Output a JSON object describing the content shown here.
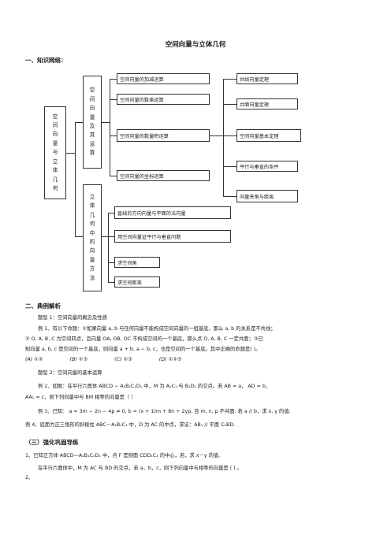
{
  "title": "空间向量与立体几何",
  "section1": "一、知识网络：",
  "network": {
    "root_chars": [
      "空",
      "间",
      "向",
      "量",
      "与",
      "立",
      "体",
      "几",
      "何"
    ],
    "branch1_chars": [
      "空",
      "间",
      "向",
      "量",
      "及",
      "其",
      "运",
      "算"
    ],
    "branch2_chars": [
      "立",
      "体",
      "几",
      "何",
      "中",
      "的",
      "向",
      "量",
      "方",
      "法"
    ],
    "ops": [
      "空间向量的加减运算",
      "空间向量的数乘运算",
      "空间向量的数量积运算",
      "空间向量的坐标运算"
    ],
    "theorems": [
      "共线向量定理",
      "共面向量定理",
      "空间向量基本定理",
      "平行与垂直的条件",
      "向量夹角与距离"
    ],
    "methods": [
      "直线的方向向量与平面的法向量",
      "用空间向量证平行与垂直问题",
      "求空间角",
      "求空间距离"
    ]
  },
  "section2": "二、典例解析",
  "topic1": "题型 1：空间向量的概念及性质",
  "ex1": [
    "例 1、有以下命题：①如果向量 a, b 与任何向量不能构成空间向量的一组基底，那么 a, b 的关系是不共线；",
    "② O, A, B, C 为空间四点，且向量 OA, OB, OC 不构成空间的一个基底，那么点 O, A, B, C 一定共面；③已",
    "知向量 a, b, c 是空间的一个基底，则向量 a + b, a − b, c，也是空间的一个基底。其中正确的命题是(      )。"
  ],
  "ex1_options": [
    "(A) ①②",
    "(B) ①③",
    "(C) ②③",
    "(D) ①②③"
  ],
  "topic2": "题型 2：空间向量的基本运算",
  "ex2": [
    "例 2、如图：在平行六面体 ABCD − A₁B₁C₁D₁ 中，M 为 A₁C₁ 与 B₁D₁ 的交点。若 AB = a， AD = b，",
    "AA₁ = c，则下列向量中与 BM 相等的向量是（      ）"
  ],
  "ex3": "例 3、已知： a = 3m − 2n − 4p ≠ 0, b = (x + 1)m + 8n + 2yp, 且 m, n, p 不共面. 若 a // b，求 x, y 的值.",
  "ex4": "例 4、底面为正三角形的斜棱柱 ABC－A₁B₁C₁ 中，D 为 AC 的中点，求证：AB₁ // 平面 C₁BD.",
  "section3": "（三）强化巩固导练",
  "q1": "1、已知正方体 ABCD—A₁B₁C₁D₁ 中，点 F 是侧面 CDD₁C₁ 的中心，若，求 x－y 的值.",
  "q2_text": "在平行六面体中，M 为 AC 与 BD 的交点，若 a，b，c，则下列向量中与相等的向量是      (      ) 。",
  "q2_num": "2、"
}
